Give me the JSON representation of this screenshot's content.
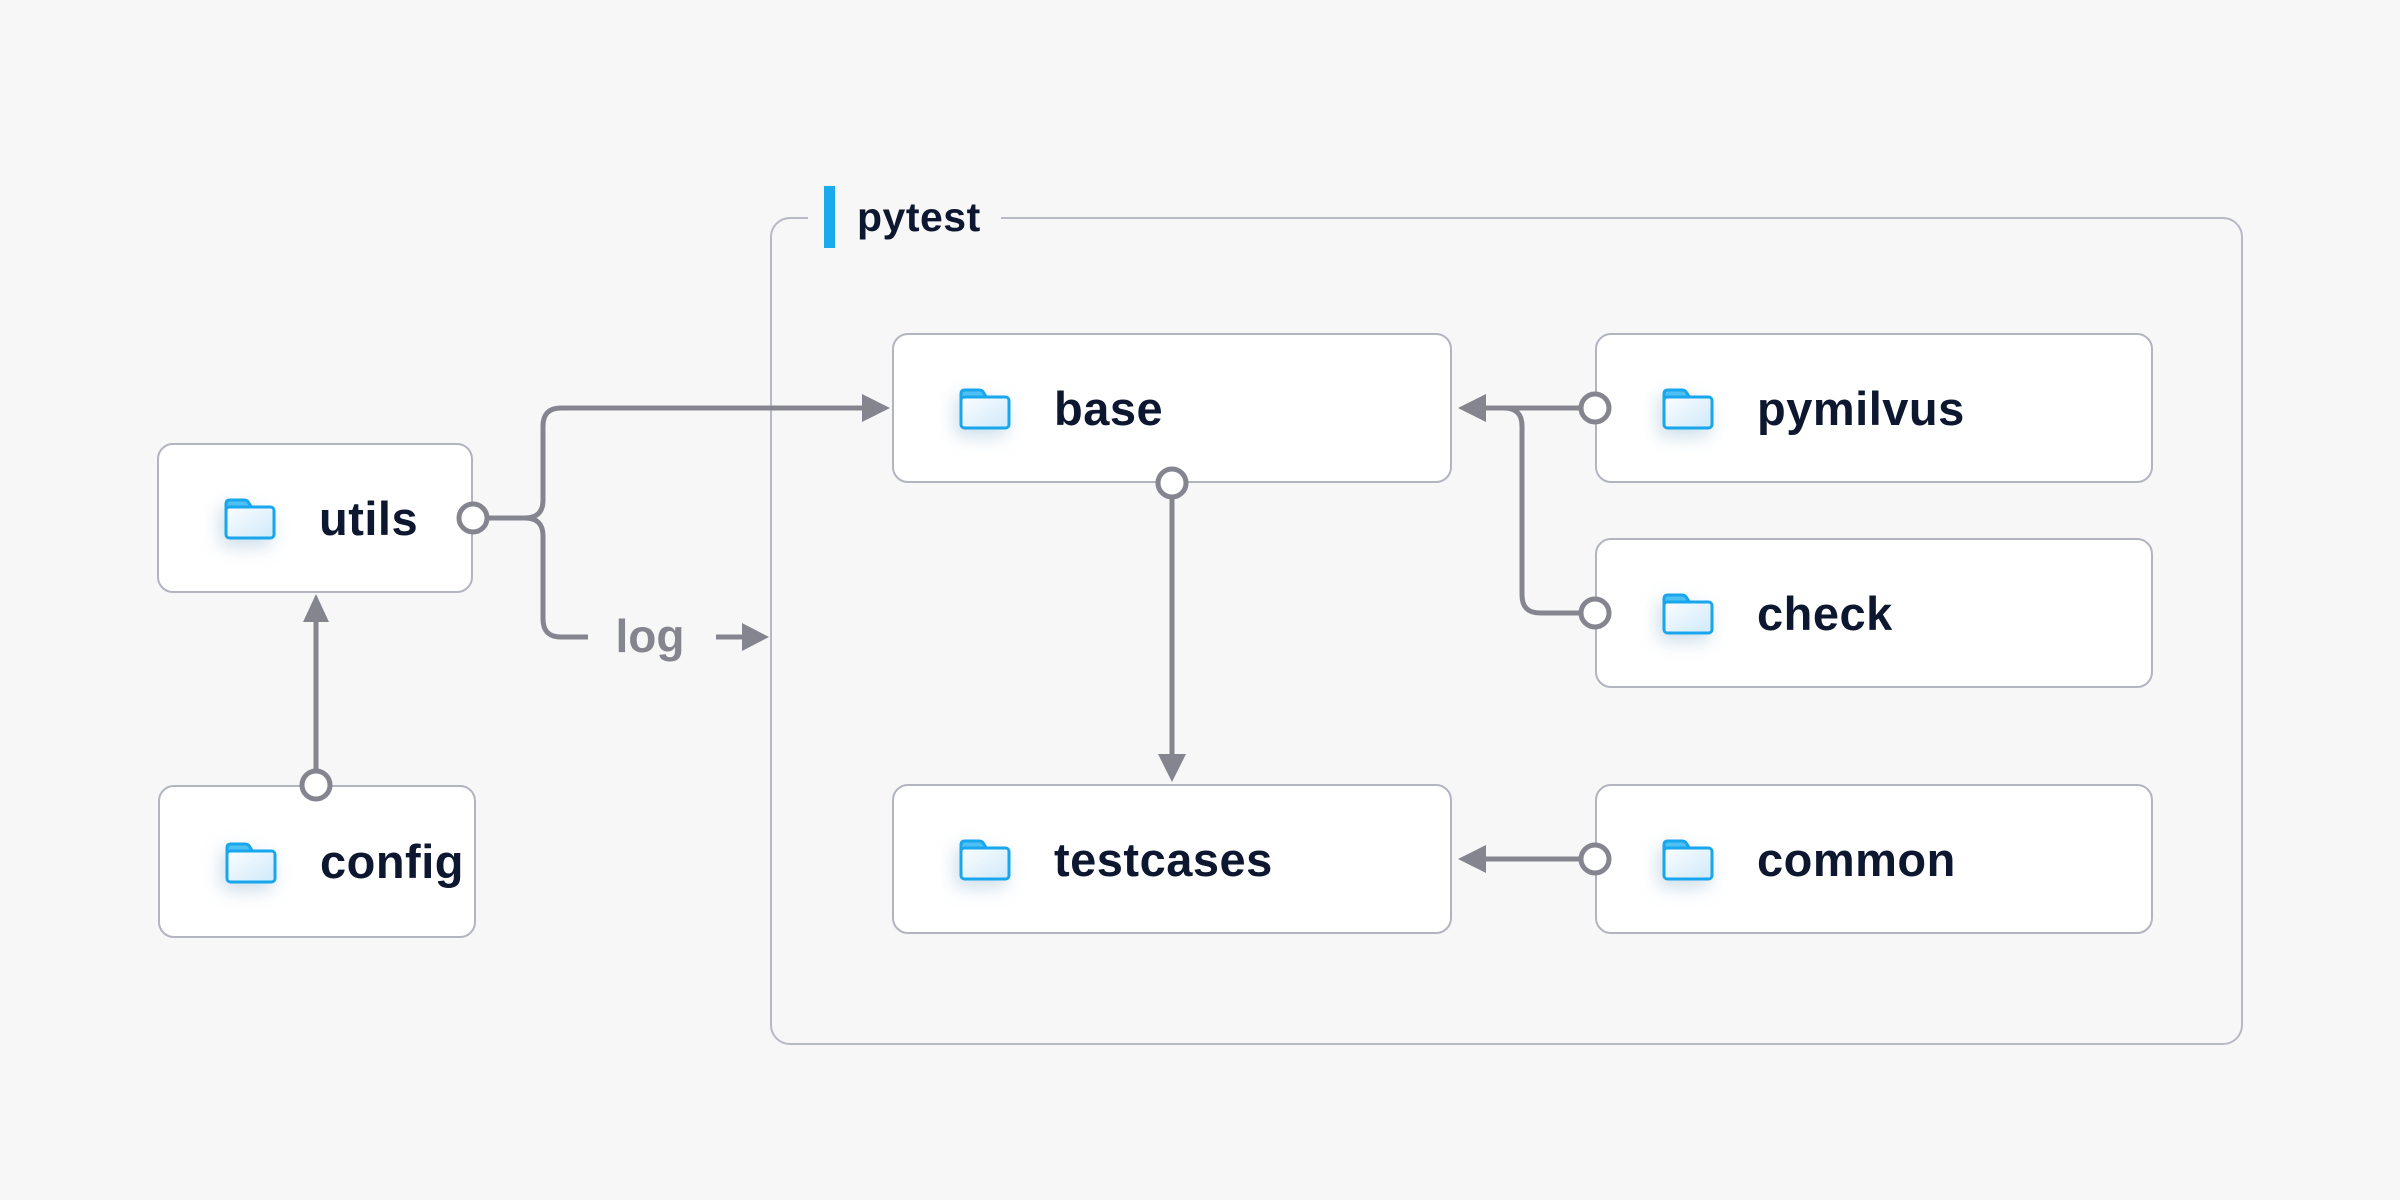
{
  "diagram": {
    "background_color": "#f7f7f8",
    "accent_color": "#1caaef",
    "line_color": "#84858f",
    "text_color": "#0d1730",
    "box_border_color": "#b2b4c0",
    "folder_icon_color": "#18a6ec",
    "container": {
      "label": "pytest"
    },
    "nodes": [
      {
        "id": "utils",
        "label": "utils",
        "icon": "folder-icon"
      },
      {
        "id": "config",
        "label": "config",
        "icon": "folder-icon"
      },
      {
        "id": "base",
        "label": "base",
        "icon": "folder-icon"
      },
      {
        "id": "pymilvus",
        "label": "pymilvus",
        "icon": "folder-icon"
      },
      {
        "id": "check",
        "label": "check",
        "icon": "folder-icon"
      },
      {
        "id": "testcases",
        "label": "testcases",
        "icon": "folder-icon"
      },
      {
        "id": "common",
        "label": "common",
        "icon": "folder-icon"
      }
    ],
    "edges": [
      {
        "from": "config",
        "to": "utils",
        "style": "circle-to-arrow"
      },
      {
        "from": "utils",
        "to": "base",
        "style": "circle-to-arrow"
      },
      {
        "from": "utils",
        "to": "pytest-container",
        "style": "circle-to-arrow",
        "label": "log"
      },
      {
        "from": "base",
        "to": "testcases",
        "style": "circle-to-arrow"
      },
      {
        "from": "pymilvus",
        "to": "base",
        "style": "circle-to-arrow"
      },
      {
        "from": "check",
        "to": "base",
        "style": "circle-to-arrow"
      },
      {
        "from": "common",
        "to": "testcases",
        "style": "circle-to-arrow"
      }
    ]
  }
}
